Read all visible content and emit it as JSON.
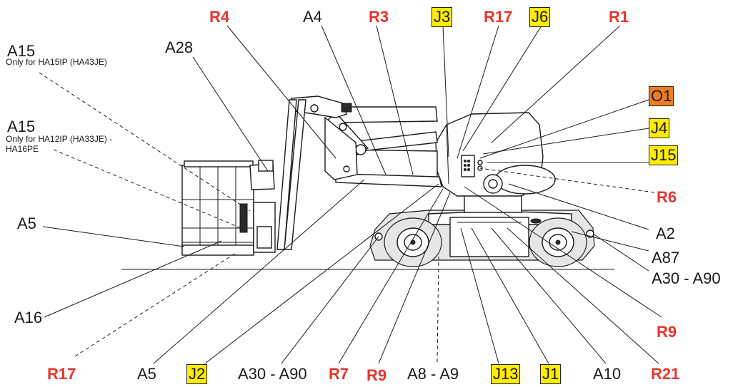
{
  "labels": {
    "a15_top": "A15",
    "a15_top_note": "Only for HA15IP (HA43JE)",
    "a15_mid": "A15",
    "a15_mid_note1": "Only for HA12IP (HA33JE) -",
    "a15_mid_note2": "HA16PE",
    "a28": "A28",
    "r4": "R4",
    "a4": "A4",
    "r3": "R3",
    "j3": "J3",
    "r17_top": "R17",
    "j6": "J6",
    "r1": "R1",
    "o1": "O1",
    "j4": "J4",
    "j15": "J15",
    "r6": "R6",
    "a2": "A2",
    "a87": "A87",
    "a30_a90_right": "A30 - A90",
    "r9_right": "R9",
    "a5_left": "A5",
    "a16": "A16",
    "r17_bottom": "R17",
    "a5_bottom": "A5",
    "j2": "J2",
    "a30_a90_bottom": "A30 - A90",
    "r7": "R7",
    "r9_bottom": "R9",
    "a8_a9": "A8 - A9",
    "j13": "J13",
    "j1": "J1",
    "a10": "A10",
    "r21": "R21"
  },
  "colors": {
    "red_label": "#e8352e",
    "yellow_box": "#ffec00",
    "orange_box": "#ee7d22",
    "line": "#1a1a1a"
  }
}
